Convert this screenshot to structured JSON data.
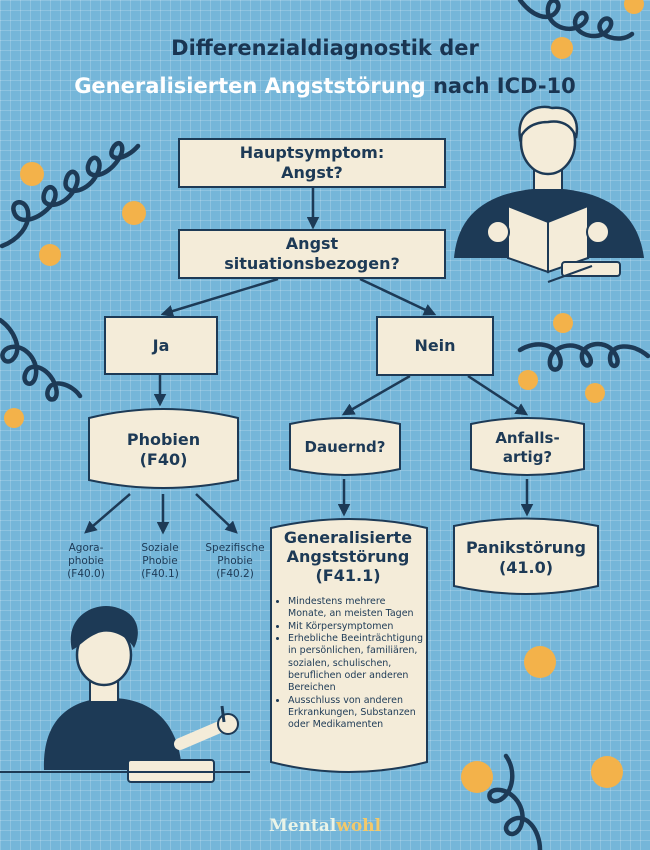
{
  "title": {
    "line1": "Differenzialdiagnostik der",
    "line2_highlight": "Generalisierten Angststörung",
    "line2_rest": " nach ICD-10"
  },
  "flow": {
    "q1": [
      "Hauptsymptom:",
      "Angst?"
    ],
    "q2": [
      "Angst",
      "situationsbezogen?"
    ],
    "yes": "Ja",
    "no": "Nein",
    "phobias": [
      "Phobien",
      "(F40)"
    ],
    "phobia_types": [
      [
        "Agora-",
        "phobie",
        "(F40.0)"
      ],
      [
        "Soziale",
        "Phobie",
        "(F40.1)"
      ],
      [
        "Spezifische",
        "Phobie",
        "(F40.2)"
      ]
    ],
    "continuous": "Dauernd?",
    "attack": [
      "Anfalls-",
      "artig?"
    ],
    "gad": [
      "Generalisierte",
      "Angststörung",
      "(F41.1)"
    ],
    "gad_criteria": [
      "Mindestens mehrere Monate, an meisten Tagen",
      "Mit Körpersymptomen",
      "Erhebliche Beeinträchtigung in persönlichen, familiären, sozialen, schulischen, beruflichen oder anderen Bereichen",
      "Ausschluss von anderen Erkrankungen, Substanzen oder Medikamenten"
    ],
    "panic": [
      "Panikstörung",
      "(41.0)"
    ]
  },
  "logo": {
    "part1": "Mental",
    "part2": "wohl"
  },
  "colors": {
    "background": "#75b6d9",
    "box_fill": "#f4ecd9",
    "outline": "#1d3a56",
    "title_dark": "#1a3552",
    "dot_orange": "#f3b24a"
  },
  "decor_icons": [
    "spiral-squiggle",
    "orange-dot",
    "person-reading-book",
    "person-writing-notebook"
  ]
}
